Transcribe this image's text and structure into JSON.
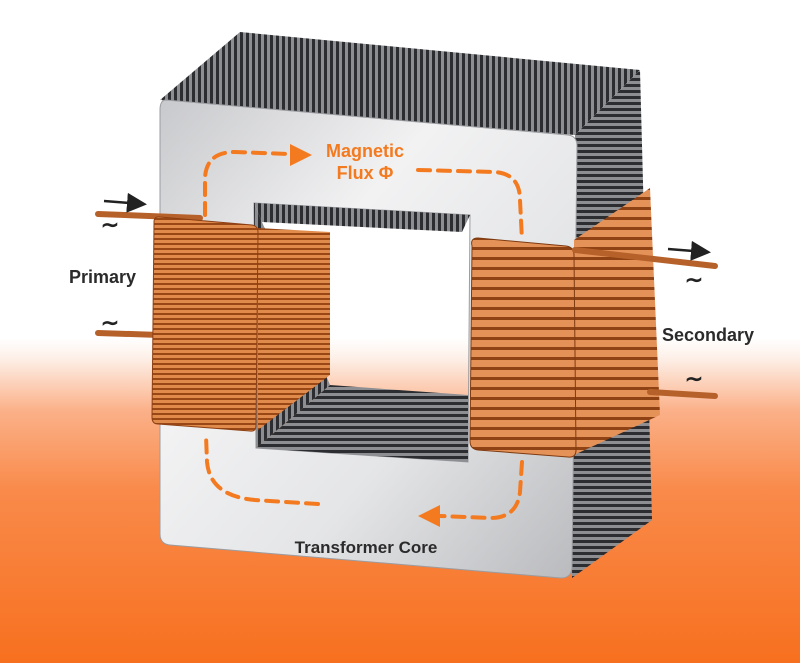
{
  "labels": {
    "flux_line1": "Magnetic",
    "flux_line2": "Flux Φ",
    "primary": "Primary",
    "secondary": "Secondary",
    "core": "Transformer Core"
  },
  "icons": {
    "ac_symbol": "∼",
    "current_arrow": "right-arrow"
  },
  "colors": {
    "flux": "#f47a20",
    "copper": "#d8783a",
    "copper_dark": "#9a4716",
    "core_face": "#d9dadc",
    "lamination": "#2a2b2e",
    "text": "#2b2b2b"
  }
}
